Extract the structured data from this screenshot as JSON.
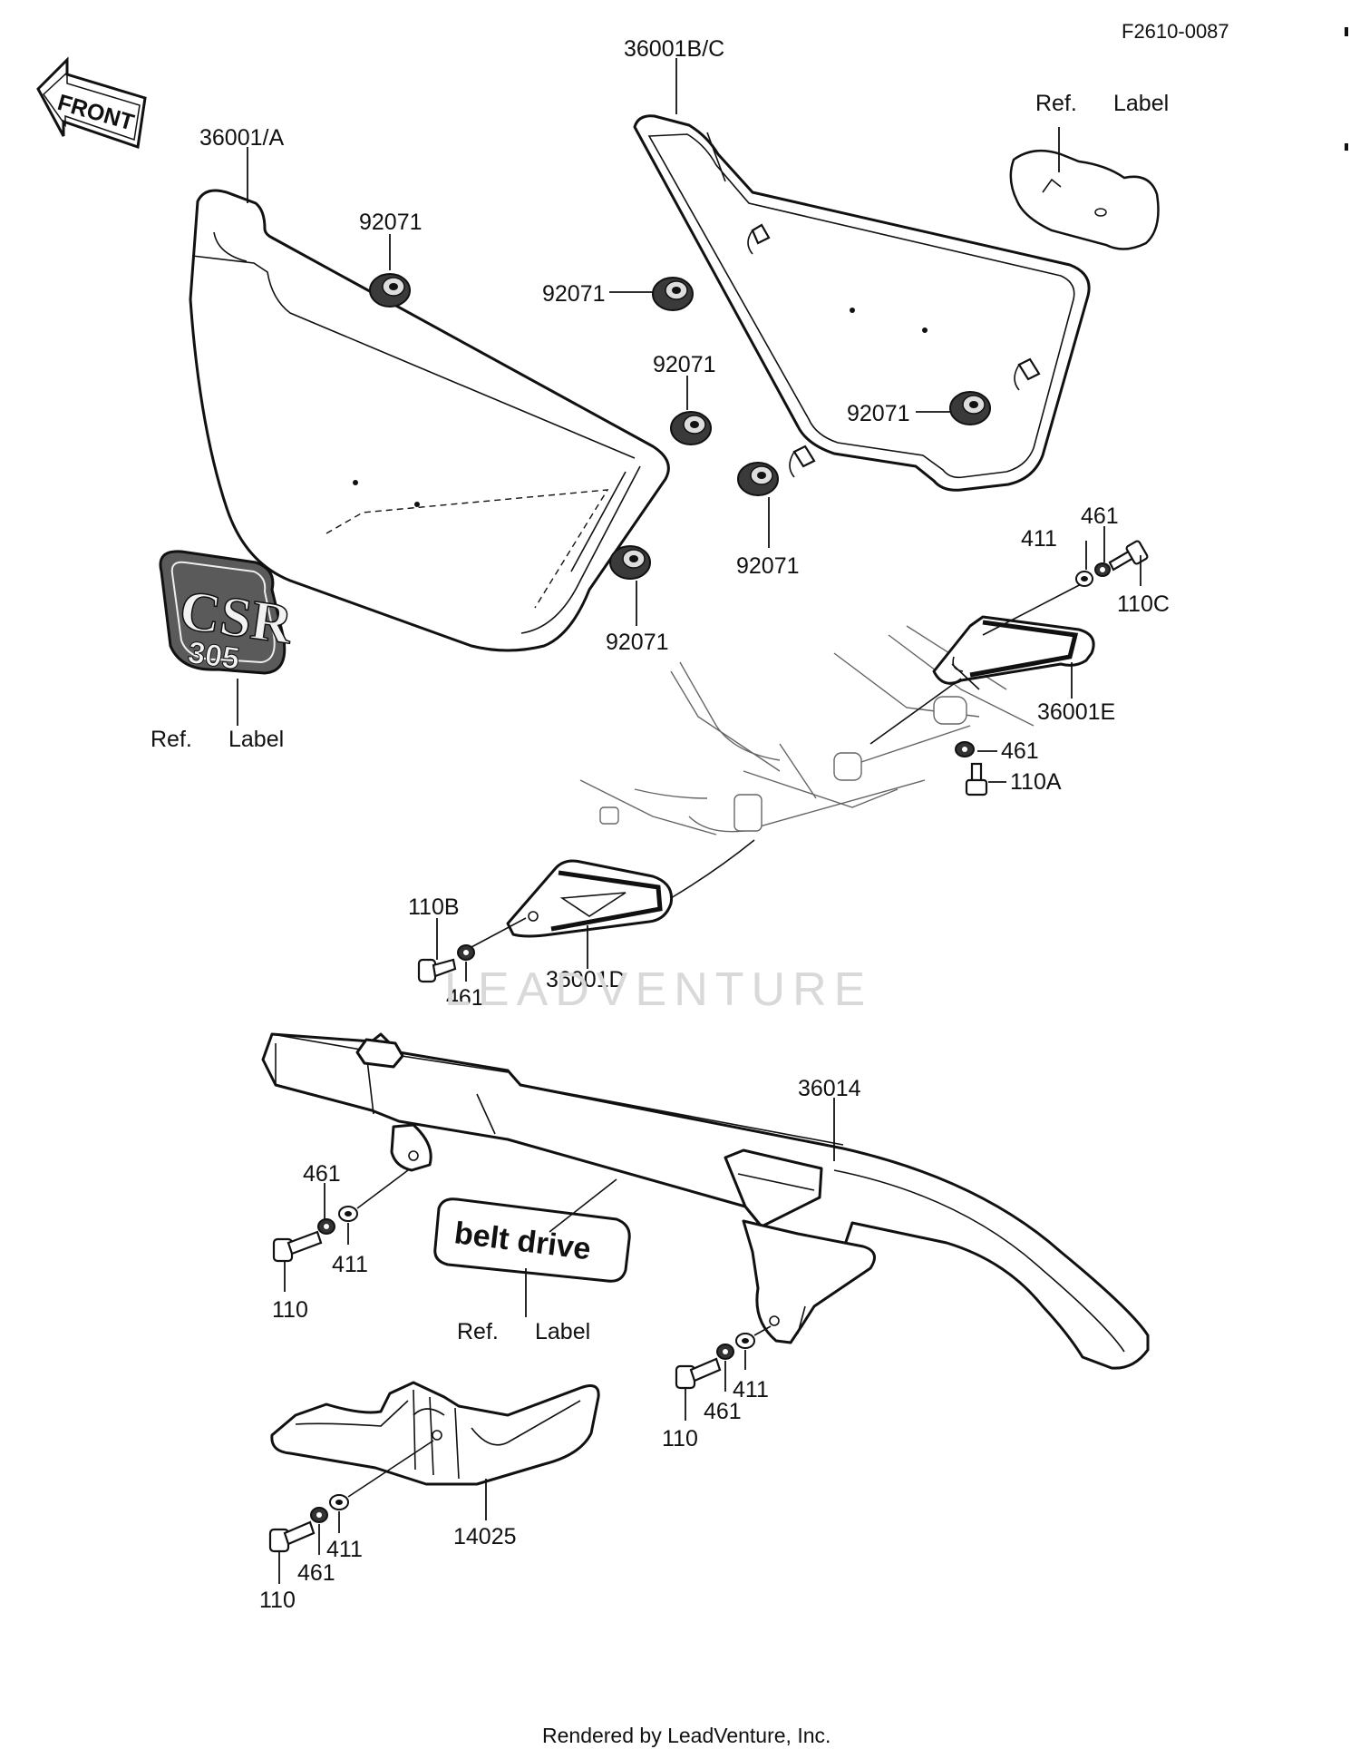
{
  "diagram_code": "F2610-0087",
  "front_label": "FRONT",
  "footer": "Rendered by LeadVenture, Inc.",
  "watermark": "LEADVENTURE",
  "labels": {
    "left_cover": "36001/A",
    "right_cover": "36001B/C",
    "bracket_e": "36001E",
    "bracket_d": "36001D",
    "chain_case": "36014",
    "lower_guard": "14025",
    "grommet": "92071",
    "washer": "411",
    "lockwasher": "461",
    "bolt": "110",
    "bolt_a": "110A",
    "bolt_b": "110B",
    "bolt_c": "110C",
    "ref": "Ref.",
    "label": "Label"
  },
  "emblems": {
    "belt_drive": "belt drive",
    "csr_main": "CSR",
    "csr_sub": "305"
  }
}
